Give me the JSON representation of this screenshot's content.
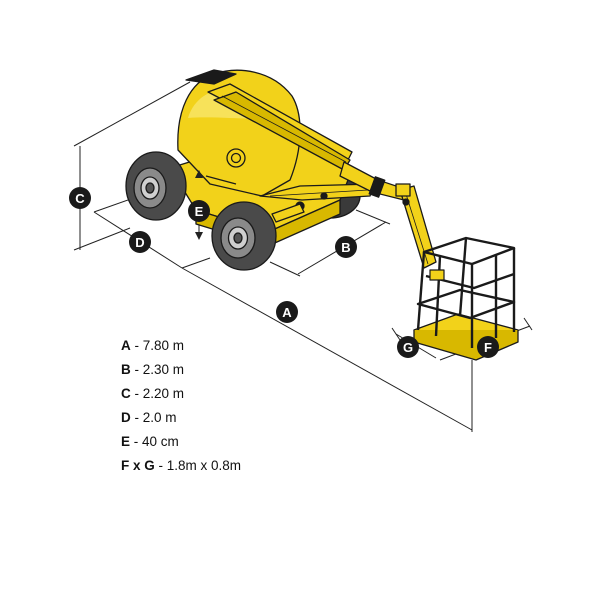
{
  "diagram": {
    "labels": {
      "a": "A",
      "b": "B",
      "c": "C",
      "d": "D",
      "e": "E",
      "f": "F",
      "g": "G"
    },
    "colors": {
      "machine": "#f2d21a",
      "machine_shadow": "#d8b800",
      "outline": "#1a1a1a",
      "dimension_line": "#222222",
      "badge": "#1a1a1a"
    }
  },
  "legend": [
    {
      "key": "A",
      "sep": " - ",
      "value": "7.80 m"
    },
    {
      "key": "B",
      "sep": " - ",
      "value": "2.30 m"
    },
    {
      "key": "C",
      "sep": " - ",
      "value": "2.20 m"
    },
    {
      "key": "D",
      "sep": " - ",
      "value": "2.0 m"
    },
    {
      "key": "E",
      "sep": " - ",
      "value": "40 cm"
    },
    {
      "key": "F x G",
      "sep": " - ",
      "value": "1.8m x 0.8m"
    }
  ]
}
